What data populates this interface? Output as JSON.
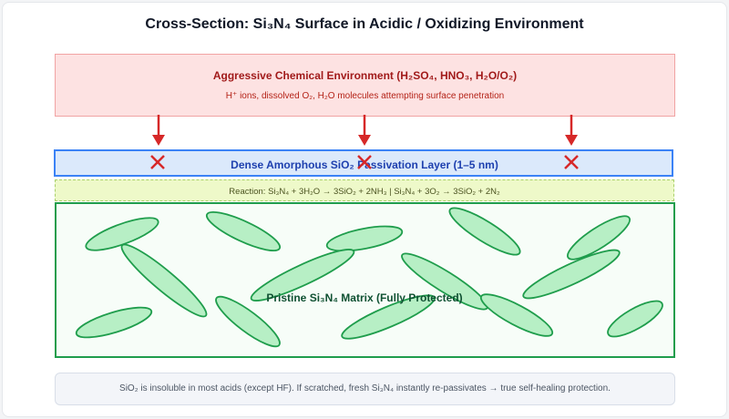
{
  "title": "Cross-Section: Si₃N₄ Surface in Acidic / Oxidizing Environment",
  "environment": {
    "title": "Aggressive Chemical Environment (H₂SO₄, HNO₃, H₂O/O₂)",
    "subtitle": "H⁺ ions, dissolved O₂, H₂O molecules attempting surface penetration"
  },
  "passivation_layer": {
    "label": "Dense Amorphous SiO₂ Passivation Layer (1–5 nm)"
  },
  "reaction": {
    "text": "Reaction: Si₃N₄ + 3H₂O → 3SiO₂ + 2NH₃ | Si₃N₄ + 3O₂ → 3SiO₂ + 2N₂"
  },
  "matrix": {
    "label": "Pristine Si₃N₄ Matrix (Fully Protected)"
  },
  "note": {
    "text": "SiO₂ is insoluble in most acids (except HF). If scratched, fresh Si₃N₄ instantly re-passivates → true self-healing protection."
  },
  "icons": {
    "attack_arrow": "arrow-down-icon",
    "blocked": "x-mark-icon",
    "grain": "elongated-grain"
  },
  "colors": {
    "environment_fill": "#fde2e2",
    "environment_text": "#a11a1a",
    "arrow": "#d62828",
    "layer_border": "#3b82f6",
    "layer_text": "#1e40af",
    "grain_fill": "#b7efc5",
    "grain_stroke": "#1f9d4c"
  }
}
